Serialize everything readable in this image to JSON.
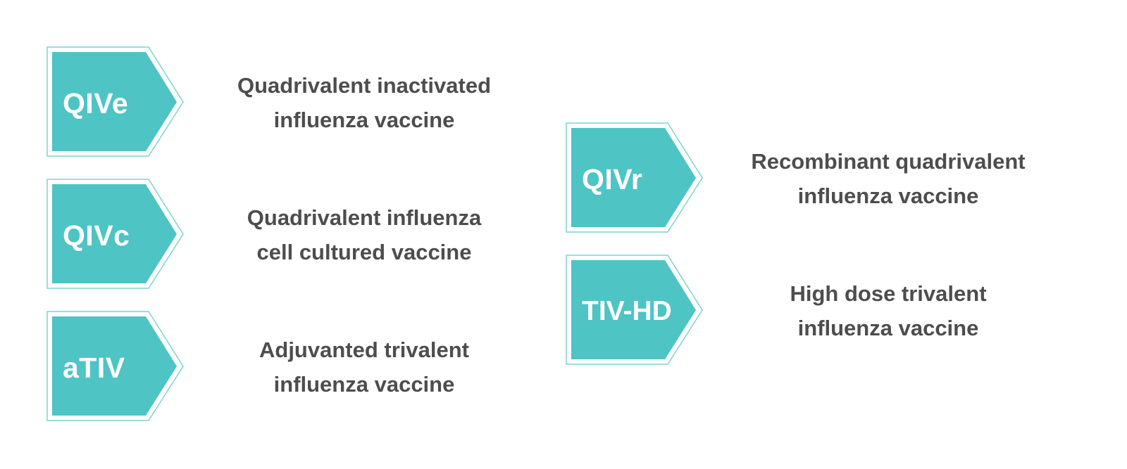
{
  "colors": {
    "badge_fill": "#4ec4c4",
    "badge_outline": "#7fd2d2",
    "badge_text": "#ffffff",
    "description_text": "#4d4d4d",
    "background": "#ffffff"
  },
  "items": [
    {
      "code": "QIVe",
      "line1": "Quadrivalent inactivated",
      "line2": "influenza vaccine"
    },
    {
      "code": "QIVc",
      "line1": "Quadrivalent influenza",
      "line2": "cell cultured vaccine"
    },
    {
      "code": "aTIV",
      "line1": "Adjuvanted trivalent",
      "line2": "influenza vaccine"
    },
    {
      "code": "QIVr",
      "line1": "Recombinant quadrivalent",
      "line2": "influenza vaccine"
    },
    {
      "code": "TIV-HD",
      "line1": "High dose trivalent",
      "line2": "influenza vaccine"
    }
  ]
}
